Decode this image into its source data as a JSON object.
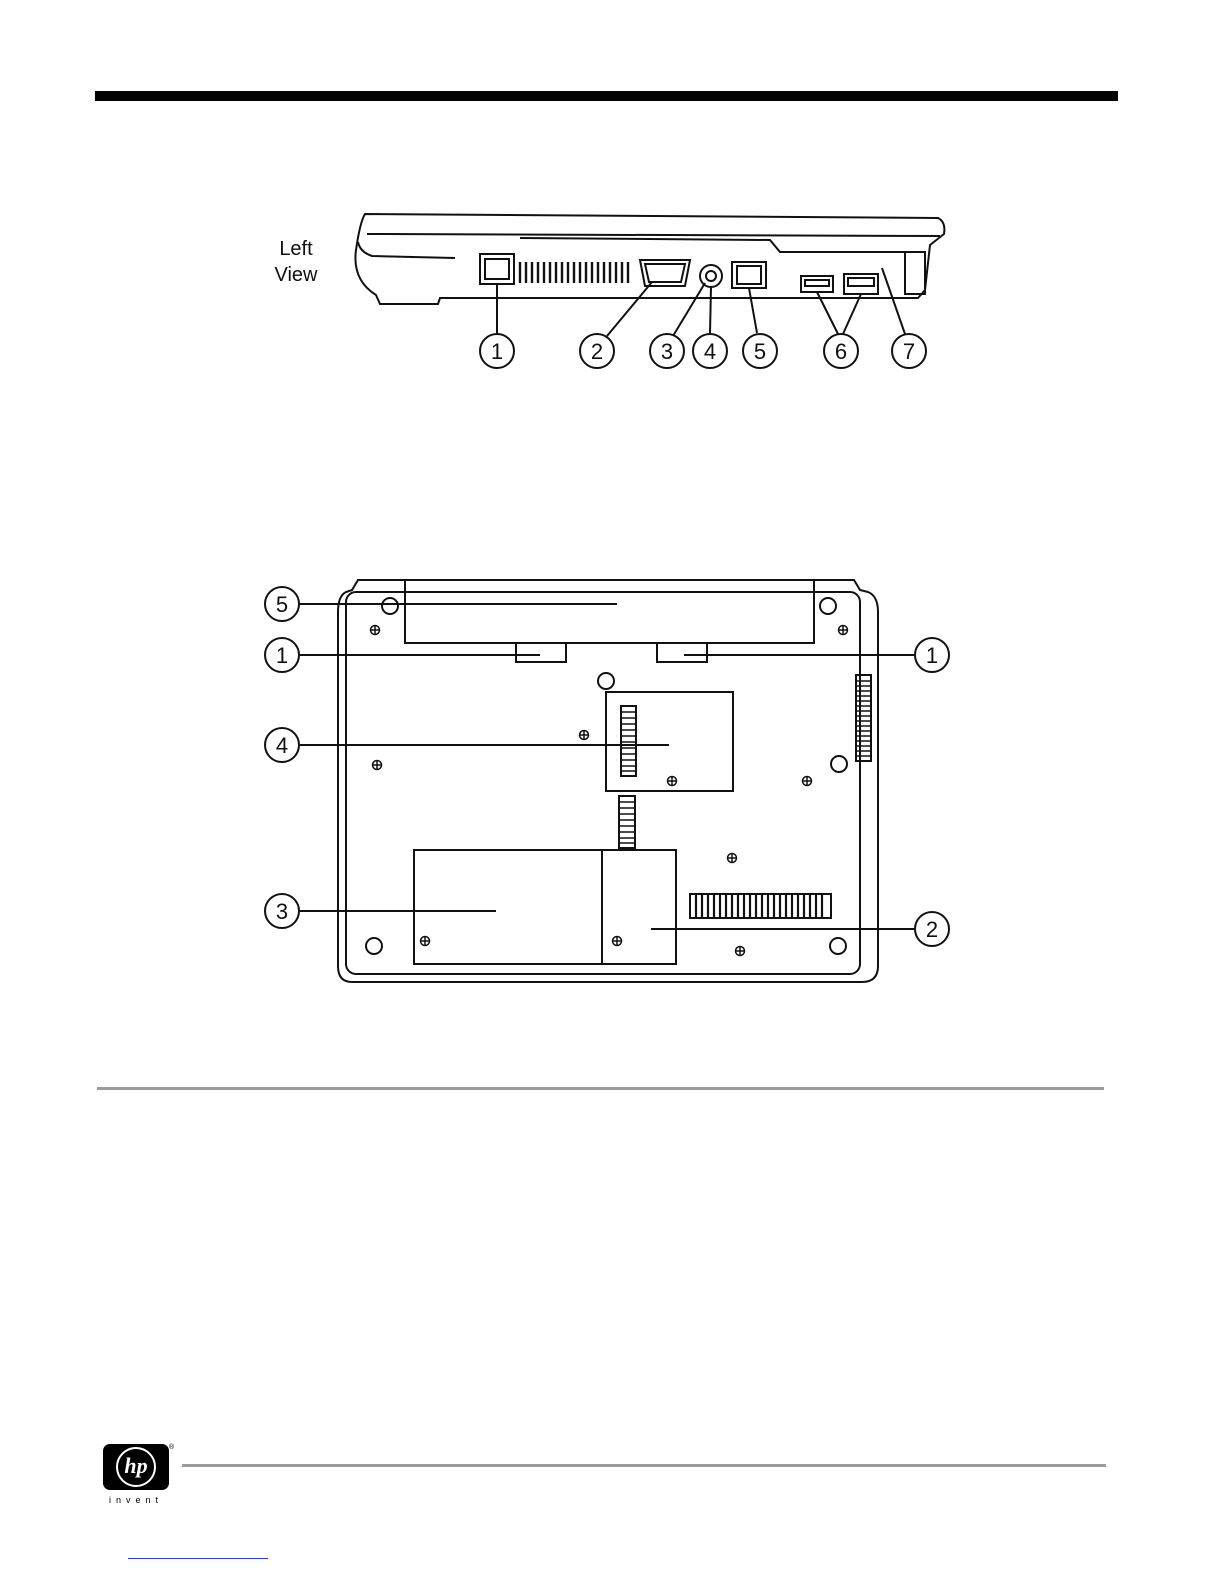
{
  "figure_left_view": {
    "label": "Left View",
    "callouts": [
      "1",
      "2",
      "3",
      "4",
      "5",
      "6",
      "7"
    ]
  },
  "figure_bottom_view": {
    "callouts_left": [
      "5",
      "1",
      "4",
      "3"
    ],
    "callouts_right": [
      "1",
      "2"
    ]
  },
  "footer": {
    "logo_text": "hp",
    "logo_tagline": "invent",
    "registered_mark": "®"
  }
}
